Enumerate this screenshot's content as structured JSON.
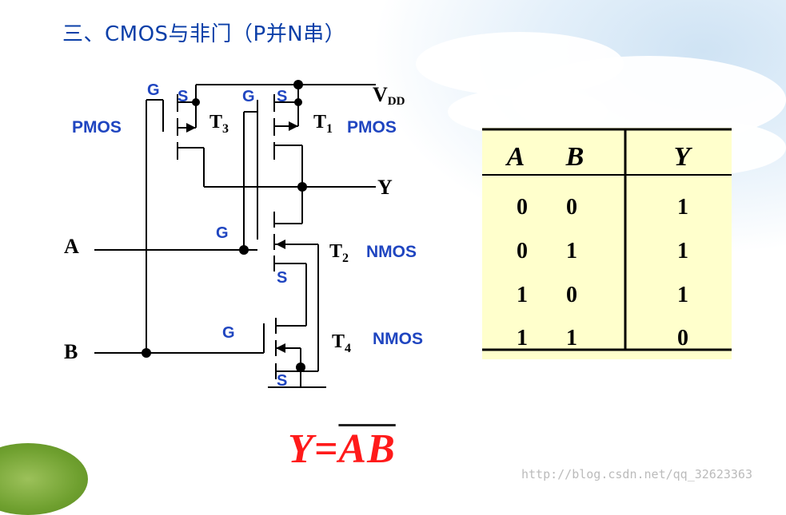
{
  "title": "三、CMOS与非门（P并N串）",
  "circuit": {
    "gate_labels": [
      "G",
      "G",
      "G",
      "G"
    ],
    "source_labels": [
      "S",
      "S",
      "S",
      "S"
    ],
    "vdd_main": "V",
    "vdd_sub": "DD",
    "output": "Y",
    "input_a": "A",
    "input_b": "B",
    "transistors": [
      {
        "main": "T",
        "sub": "3"
      },
      {
        "main": "T",
        "sub": "1"
      },
      {
        "main": "T",
        "sub": "2"
      },
      {
        "main": "T",
        "sub": "4"
      }
    ],
    "type_labels": [
      "PMOS",
      "PMOS",
      "NMOS",
      "NMOS"
    ],
    "colors": {
      "label_blue": "#1f45c0",
      "wire": "#000000"
    }
  },
  "truth_table": {
    "headers": [
      "A",
      "B",
      "Y"
    ],
    "rows": [
      [
        "0",
        "0",
        "1"
      ],
      [
        "0",
        "1",
        "1"
      ],
      [
        "1",
        "0",
        "1"
      ],
      [
        "1",
        "1",
        "0"
      ]
    ],
    "background": "#ffffcc"
  },
  "formula": {
    "lhs": "Y",
    "eq": "=",
    "rhs": "AB",
    "color": "#ff1a1a"
  },
  "watermark": "http://blog.csdn.net/qq_32623363"
}
